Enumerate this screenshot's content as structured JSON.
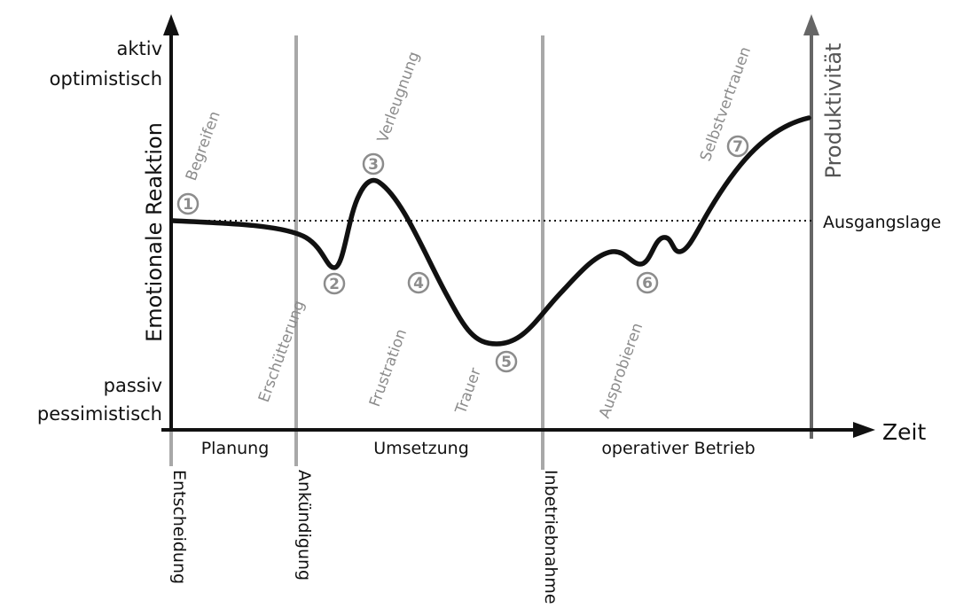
{
  "y_axis": {
    "label": "Emotionale Reaktion",
    "top_labels": [
      "aktiv",
      "optimistisch"
    ],
    "bottom_labels": [
      "passiv",
      "pessimistisch"
    ]
  },
  "x_axis": {
    "label": "Zeit"
  },
  "right_axis": {
    "label": "Produktivität"
  },
  "baseline_label": "Ausgangslage",
  "phases": [
    "Planung",
    "Umsetzung",
    "operativer Betrieb"
  ],
  "milestones": [
    "Entscheidung",
    "Ankündigung",
    "Inbetriebnahme"
  ],
  "stages": [
    {
      "number": "1",
      "label": "Begreifen"
    },
    {
      "number": "2",
      "label": "Erschütterung"
    },
    {
      "number": "3",
      "label": "Verleugnung"
    },
    {
      "number": "4",
      "label": "Frustration"
    },
    {
      "number": "5",
      "label": "Trauer"
    },
    {
      "number": "6",
      "label": "Ausprobieren"
    },
    {
      "number": "7",
      "label": "Selbstvertrauen"
    }
  ],
  "colors": {
    "curve": "#111111",
    "annotation": "#8c8c8c",
    "productivity_axis": "#666666"
  }
}
